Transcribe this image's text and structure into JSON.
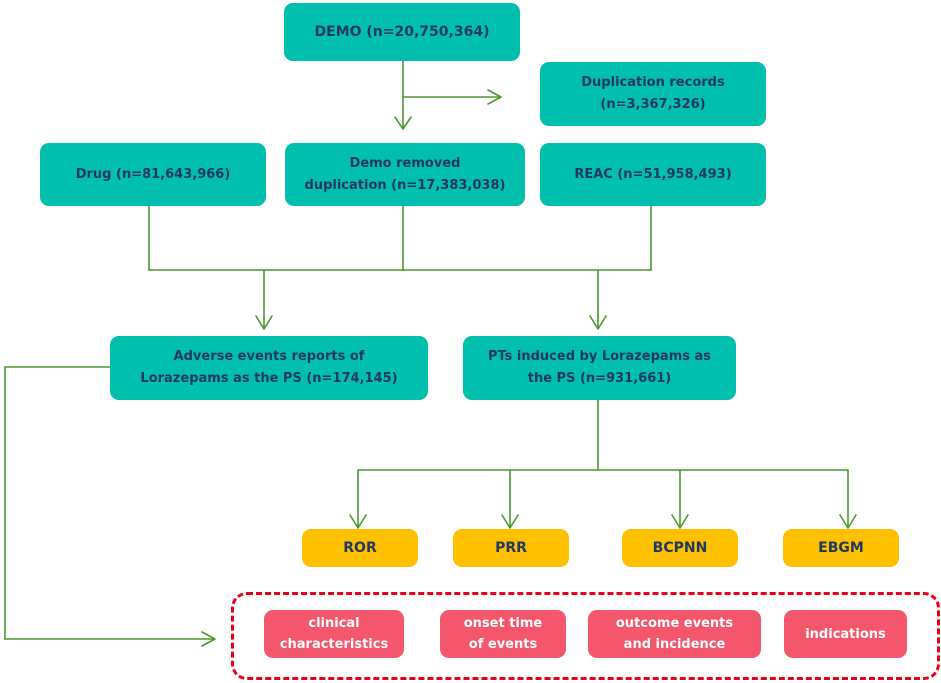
{
  "boxes": {
    "demo": "DEMO  (n=20,750,364)",
    "duplication": "Duplication records\n(n=3,367,326)",
    "drug": "Drug (n=81,643,966)",
    "demo_removed": "Demo removed\nduplication (n=17,383,038)",
    "reac": "REAC (n=51,958,493)",
    "adverse_events": "Adverse events reports of\nLorazepams  as the PS (n=174,145)",
    "pts_induced": "PTs induced by Lorazepams as\nthe PS (n=931,661)"
  },
  "methods": [
    "ROR",
    "PRR",
    "BCPNN",
    "EBGM"
  ],
  "analyses": [
    "clinical\ncharacteristics",
    "onset time\nof events",
    "outcome events\nand incidence",
    "indications"
  ],
  "colors": {
    "teal": "#00bfad",
    "orange": "#ffc000",
    "pink": "#f4566b",
    "arrow": "#4a9a2f",
    "dashed_border": "#e8001d",
    "text_dark": "#1f3864"
  }
}
